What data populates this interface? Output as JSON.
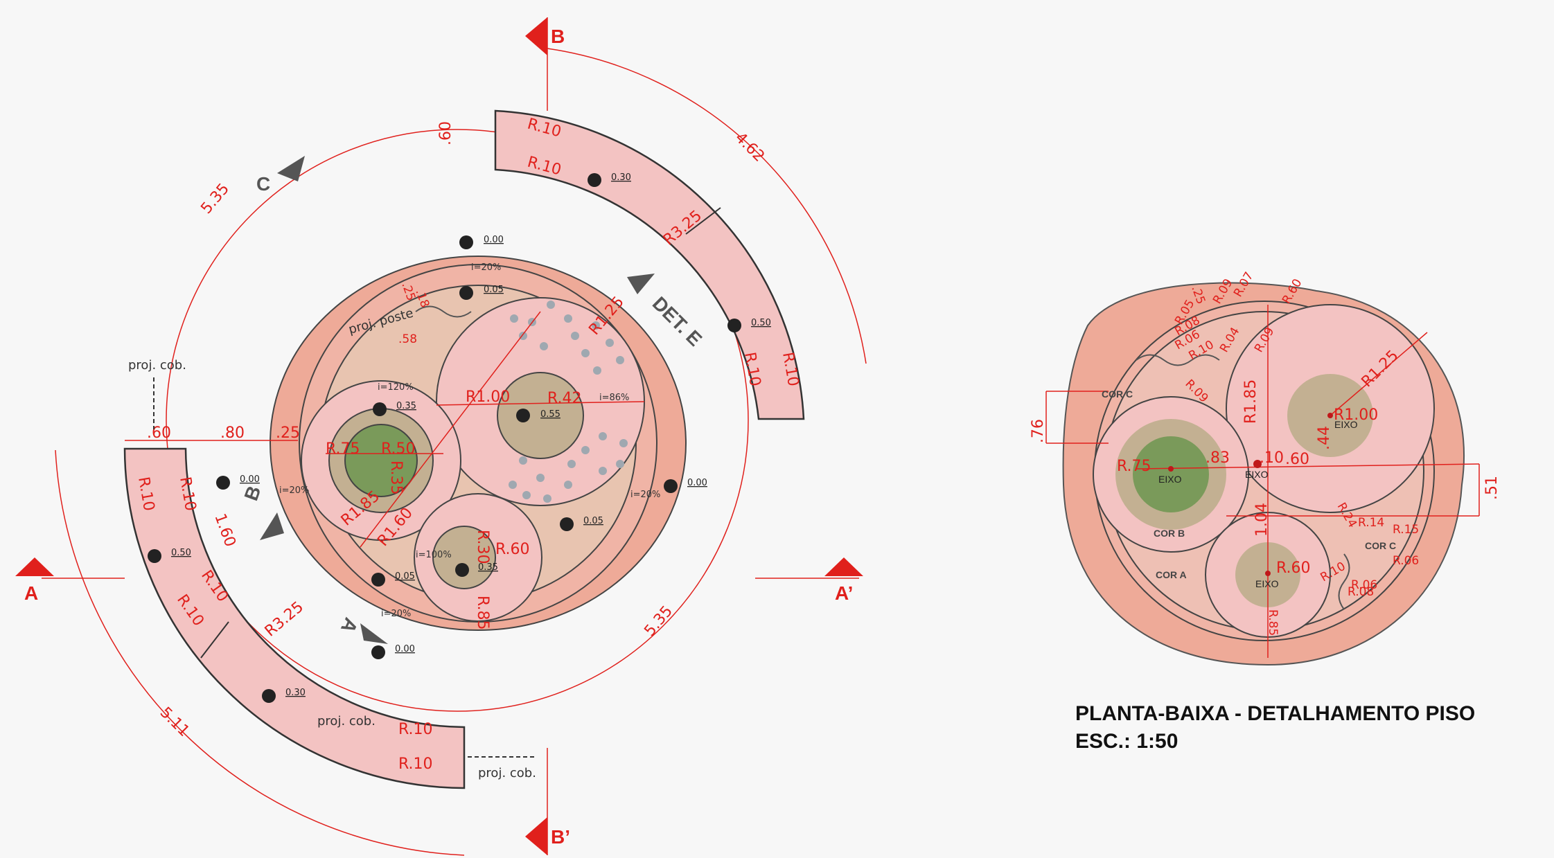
{
  "title": {
    "line1": "PLANTA-BAIXA - DETALHAMENTO PISO",
    "line2": "ESC.: 1:50"
  },
  "sections": {
    "a": "A",
    "a_prime": "A’",
    "b": "B",
    "b_prime": "B’",
    "c": "C",
    "det_e": "DET. E",
    "b_small": "B",
    "a_small": "A"
  },
  "arcs": {
    "outer_left": "5.35",
    "outer_right": "5.35",
    "top_right": "4.62",
    "bottom_left": "5.11",
    "r325_top": "R3.25",
    "r325_bottom": "R3.25"
  },
  "dims": {
    "d60": ".60",
    "d80": ".80",
    "d25": ".25",
    "top60": ".60",
    "d160": "1.60",
    "r185": "R1.85",
    "r160": "R1.60",
    "r125": "R1.25",
    "r100": "R1.00",
    "r42": "R.42",
    "r75": "R.75",
    "r50": "R.50",
    "r35": "R.35",
    "r60": "R.60",
    "r30": "R.30",
    "r85": "R.85",
    "r10": "R.10",
    "d18": ".18",
    "d58": ".58",
    "d25b": ".25"
  },
  "levels": {
    "l000": "0.00",
    "l005": "0.05",
    "l030": "0.30",
    "l035": "0.35",
    "l050": "0.50",
    "l055": "0.55"
  },
  "slopes": {
    "i20": "i=20%",
    "i120": "i=120%",
    "i86": "i=86%",
    "i100": "i=100%"
  },
  "notes": {
    "proj_cob": "proj. cob.",
    "proj_poste": "proj. poste"
  },
  "detail": {
    "cor_a": "COR A",
    "cor_b": "COR B",
    "cor_c": "COR C",
    "eixo": "EIXO",
    "r185": "R1.85",
    "r125": "R1.25",
    "r100": "R1.00",
    "r75": "R.75",
    "r60": "R.60",
    "r85": "R.85",
    "d83": ".83",
    "d10": ".10",
    "d60": ".60",
    "d44": ".44",
    "d104": "1.04",
    "d76": ".76",
    "d51": ".51",
    "d25": ".25",
    "small": [
      "R.05",
      "R.09",
      "R.07",
      "R.60",
      "R.08",
      "R.06",
      "R.10",
      "R.04",
      "R.09",
      "R.14",
      "R.24",
      "R.15",
      "R.06",
      "R.08",
      "R.06",
      "R.10",
      "R.09"
    ]
  },
  "colors": {
    "dim_red": "#e0201c",
    "pink": "#f3c3c2",
    "salmon": "#eeaa98",
    "olive": "#c3b092",
    "tree": "#7a9a5a"
  }
}
